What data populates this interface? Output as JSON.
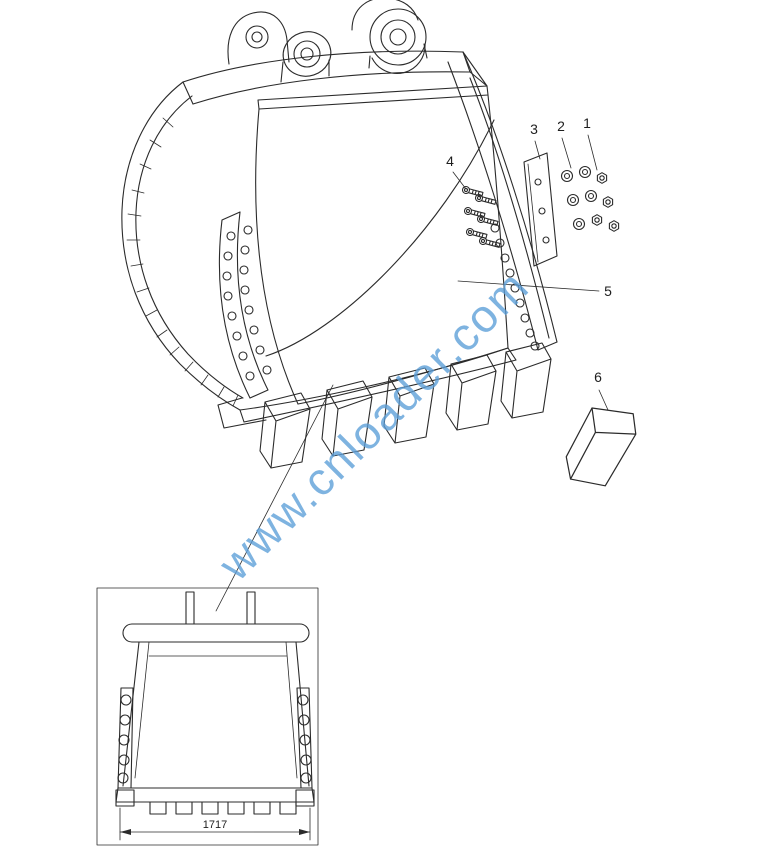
{
  "watermark": {
    "text": "www.cnloader.com",
    "color": "#5b9ed8"
  },
  "callouts": [
    {
      "label": "1"
    },
    {
      "label": "2"
    },
    {
      "label": "3"
    },
    {
      "label": "4"
    },
    {
      "label": "5"
    },
    {
      "label": "6"
    }
  ],
  "detail": {
    "dimension": "1717"
  },
  "style": {
    "line_color": "#2b2b2b",
    "background": "#ffffff"
  }
}
